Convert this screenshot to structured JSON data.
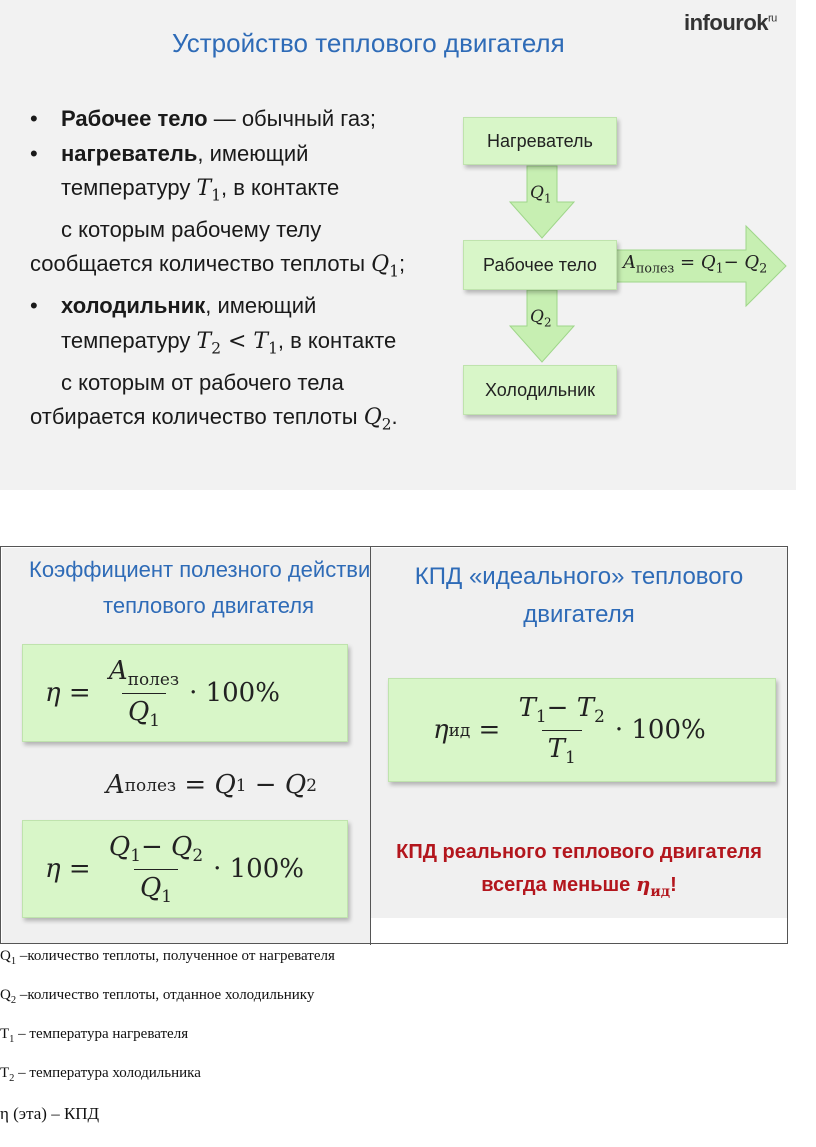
{
  "slide1": {
    "title": "Устройство теплового двигателя",
    "logo": "infourok",
    "logo_sup": "ru",
    "bullets": {
      "b1_bold": "Рабочее тело",
      "b1_rest": " — обычный газ;",
      "b2_bold": "нагреватель",
      "b2_rest": ", имеющий",
      "b2_line2_pre": "температуру ",
      "b2_T": "T",
      "b2_Tsub": "1",
      "b2_line2_post": ", в контакте",
      "b2_line3": "с которым рабочему телу",
      "b2_line4_pre": "сообщается количество теплоты ",
      "b2_Q": "Q",
      "b2_Qsub": "1",
      "b2_line4_post": ";",
      "b3_bold": "холодильник",
      "b3_rest": ", имеющий",
      "b3_line2_pre": "температуру ",
      "b3_T2": "T",
      "b3_T2sub": "2",
      "b3_lt": " < ",
      "b3_T1": "T",
      "b3_T1sub": "1",
      "b3_line2_post": ", в контакте",
      "b3_line3": "с которым от рабочего тела",
      "b3_line4_pre": "отбирается количество теплоты ",
      "b3_Q": "Q",
      "b3_Qsub": "2",
      "b3_line4_post": "."
    },
    "diagram": {
      "heater": "Нагреватель",
      "working_body": "Рабочее тело",
      "cooler": "Холодильник",
      "q1": "Q",
      "q1_sub": "1",
      "q2": "Q",
      "q2_sub": "2",
      "a_label": "A",
      "a_sub": "полез",
      "a_eq": " = Q",
      "a_q1sub": "1",
      "a_minus": "− Q",
      "a_q2sub": "2"
    },
    "colors": {
      "title": "#2e6bb7",
      "box_fill": "#d8f6c8",
      "arrow_fill": "#c7efb2",
      "alert": "#b3161d"
    }
  },
  "left_panel": {
    "title_line1": "Коэффициент полезного действия",
    "title_line2": "теплового двигателя",
    "f1_eta": "η",
    "f1_eq": " = ",
    "f1_num_A": "A",
    "f1_num_sub": "полез",
    "f1_den_Q": "Q",
    "f1_den_sub": "1",
    "f1_tail": "· 100%",
    "f2_A": "A",
    "f2_sub": "полез",
    "f2_rest": " = Q",
    "f2_q1sub": "1",
    "f2_minus": " − Q",
    "f2_q2sub": "2",
    "f3_eta": "η",
    "f3_eq": " = ",
    "f3_num_q1": "Q",
    "f3_num_q1sub": "1",
    "f3_num_minus": "− Q",
    "f3_num_q2sub": "2",
    "f3_den_Q": "Q",
    "f3_den_sub": "1",
    "f3_tail": "· 100%"
  },
  "right_panel": {
    "title_line1": "КПД «идеального» теплового",
    "title_line2": "двигателя",
    "f_eta": "η",
    "f_eta_sub": "ид",
    "f_eq": " = ",
    "f_num_t1": "T",
    "f_num_t1sub": "1",
    "f_num_minus": "− T",
    "f_num_t2sub": "2",
    "f_den_T": "T",
    "f_den_sub": "1",
    "f_tail": "· 100%",
    "note_line1": "КПД реального теплового двигателя",
    "note_line2_pre": "всегда меньше ",
    "note_eta": "η",
    "note_eta_sub": "ид",
    "note_line2_post": "!"
  },
  "legend": [
    {
      "sym": "Q",
      "sub": "1",
      "text": " –количество теплоты, полученное от нагревателя"
    },
    {
      "sym": "Q",
      "sub": "2",
      "text": " –количество теплоты, отданное холодильнику"
    },
    {
      "sym": "T",
      "sub": "1",
      "text": " – температура нагревателя"
    },
    {
      "sym": "T",
      "sub": "2",
      "text": " – температура холодильника"
    },
    {
      "sym": "η",
      "sub": "",
      "text": " (эта) – КПД"
    }
  ]
}
